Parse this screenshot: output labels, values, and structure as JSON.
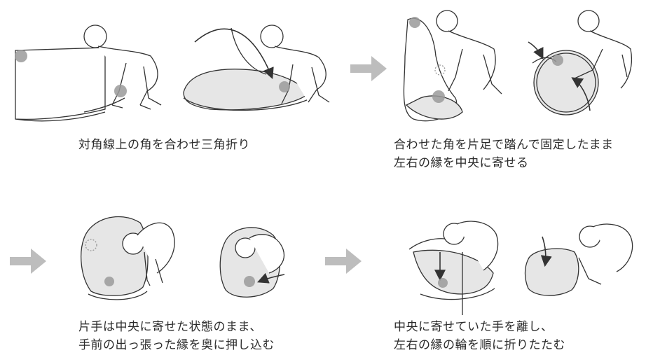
{
  "steps": [
    {
      "caption": [
        "対角線上の角を合わせ三角折り"
      ]
    },
    {
      "caption": [
        "合わせた角を片足で踏んで固定したまま",
        "左右の縁を中央に寄せる"
      ]
    },
    {
      "caption": [
        "片手は中央に寄せた状態のまま、",
        "手前の出っ張った縁を奥に押し込む"
      ]
    },
    {
      "caption": [
        "中央に寄せていた手を離し、",
        "左右の縁の輪を順に折りたたむ"
      ]
    }
  ],
  "colors": {
    "stroke": "#333333",
    "fabric": "#e6e6e6",
    "dot": "#9a9a9a",
    "arrow": "#bdbdbd"
  },
  "icons": [
    "next-arrow-icon"
  ]
}
